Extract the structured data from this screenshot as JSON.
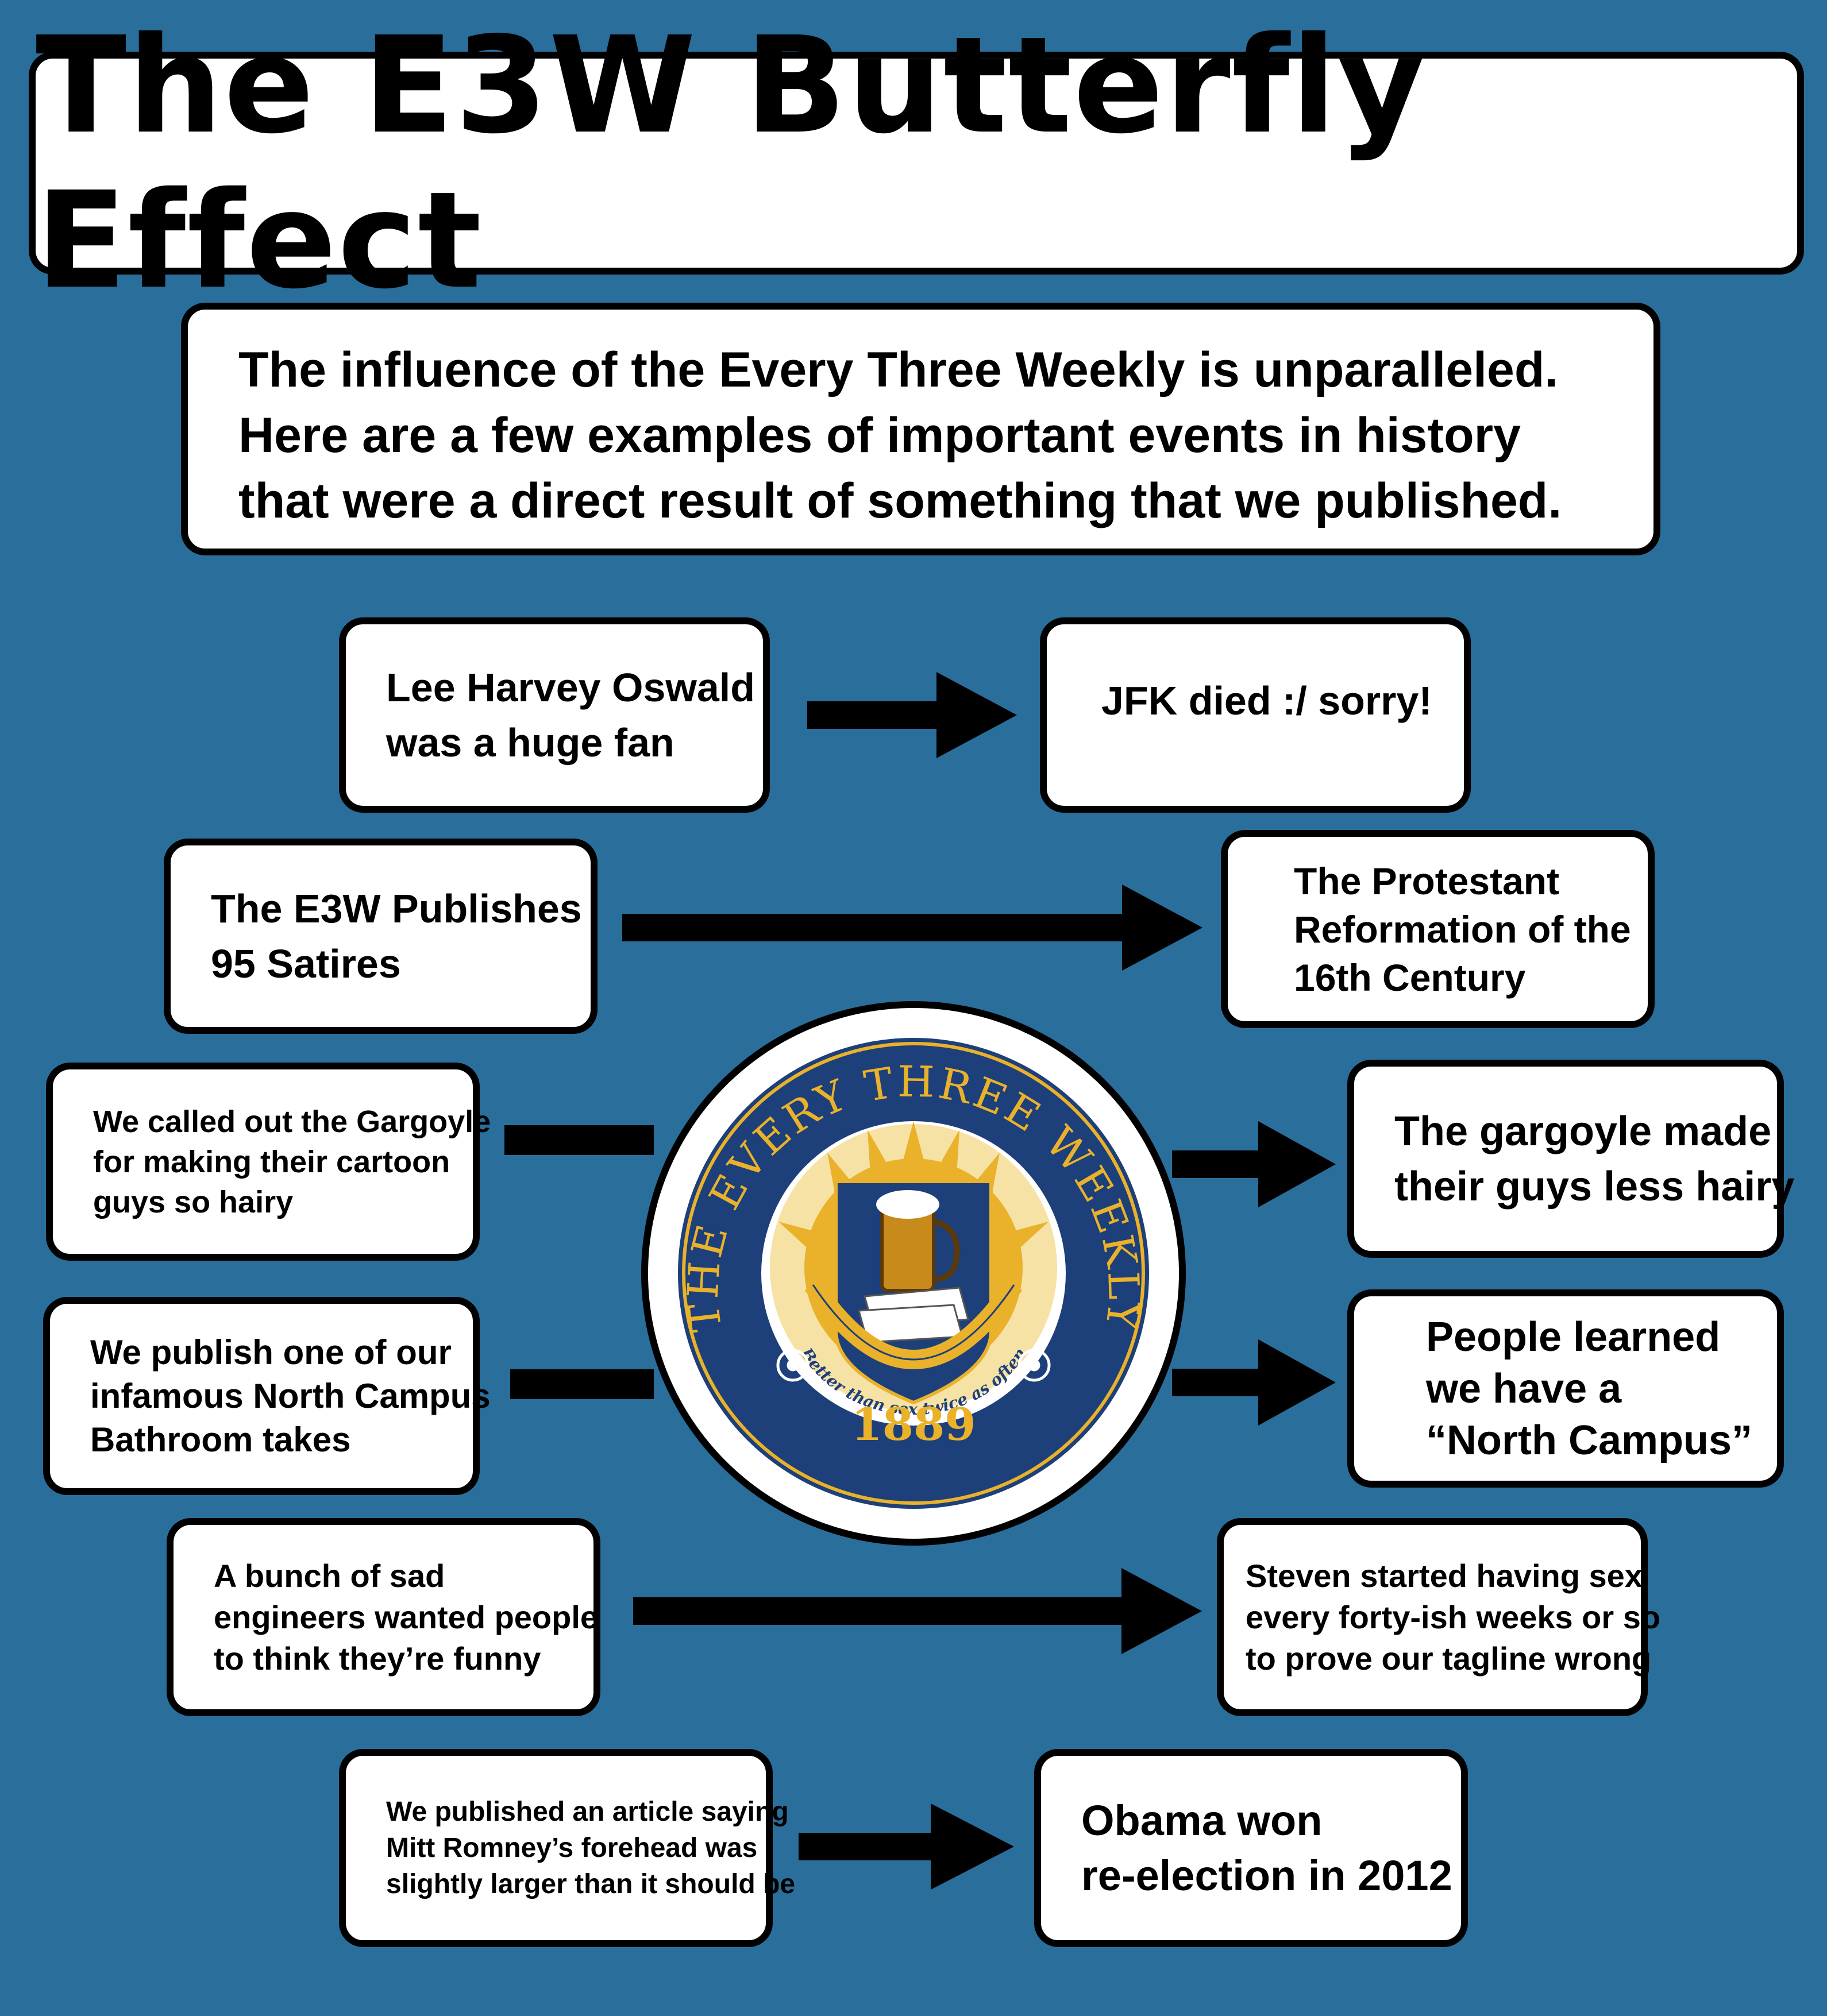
{
  "title": "The E3W Butterfly Effect",
  "intro": "The influence of the Every Three Weekly is unparalleled. Here are a few examples of important events in history that were a direct result of something that we published.",
  "rows": [
    {
      "cause": [
        "Lee Harvey Oswald",
        "was a huge fan"
      ],
      "effect": [
        "JFK died :/ sorry!"
      ]
    },
    {
      "cause": [
        "The E3W Publishes",
        "95 Satires"
      ],
      "effect": [
        "The Protestant",
        "Reformation of the",
        "16th Century"
      ]
    },
    {
      "cause": [
        "We called out the Gargoyle",
        "for making their cartoon",
        "guys so hairy"
      ],
      "effect": [
        "The gargoyle made",
        "their guys less hairy"
      ]
    },
    {
      "cause": [
        "We publish one of our",
        "infamous North Campus",
        "Bathroom takes"
      ],
      "effect": [
        "People learned",
        "we have a",
        "“North Campus”"
      ]
    },
    {
      "cause": [
        "A bunch of sad",
        "engineers wanted people",
        "to think they’re funny"
      ],
      "effect": [
        "Steven started having sex",
        "every forty-ish weeks or so",
        "to prove our tagline wrong"
      ]
    },
    {
      "cause": [
        "We published an article saying",
        "Mitt Romney’s forehead was",
        "slightly larger than it should be"
      ],
      "effect": [
        "Obama won",
        "re-election in 2012"
      ]
    }
  ],
  "seal": {
    "top_text": "THE EVERY THREE WEEKLY",
    "motto": "Better than sex twice as often",
    "year": "1889",
    "colors": {
      "navy": "#1d3f7a",
      "gold": "#e9b22a",
      "white": "#ffffff"
    }
  },
  "colors": {
    "background": "#2a6e9b",
    "box": "#ffffff",
    "border": "#000000",
    "arrow": "#000000"
  }
}
